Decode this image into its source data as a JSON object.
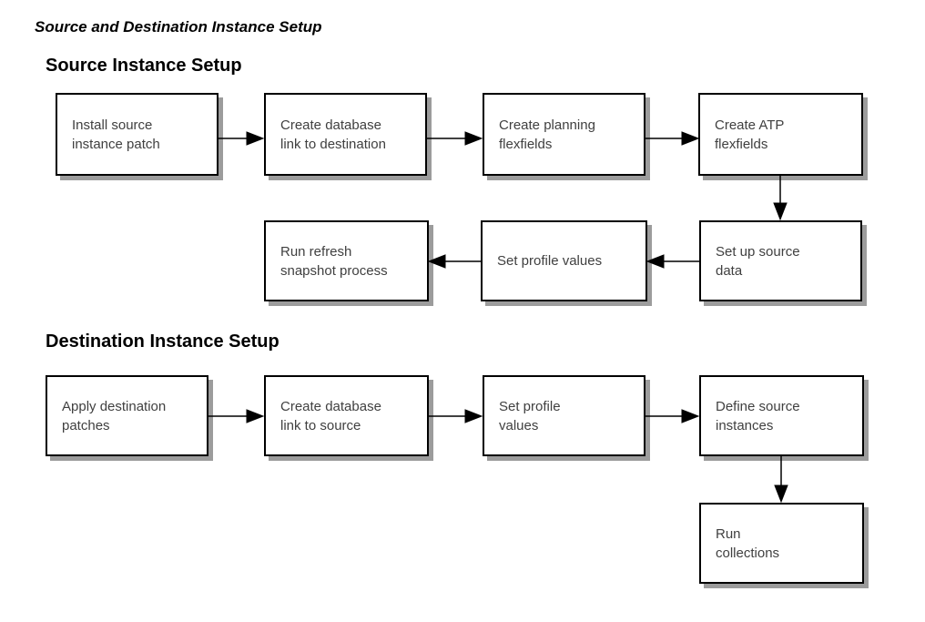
{
  "title": "Source and Destination Instance Setup",
  "sections": {
    "source": {
      "heading": "Source Instance Setup"
    },
    "destination": {
      "heading": "Destination Instance Setup"
    }
  },
  "boxes": {
    "install_source_patch": {
      "label": "Install source\ninstance patch"
    },
    "create_db_link_destination": {
      "label": "Create database\nlink to destination"
    },
    "create_planning_flexfields": {
      "label": "Create planning\nflexfields"
    },
    "create_atp_flexfields": {
      "label": "Create ATP\nflexfields"
    },
    "run_refresh_snapshot": {
      "label": "Run refresh\nsnapshot process"
    },
    "set_profile_values_source": {
      "label": "Set profile values"
    },
    "set_up_source_data": {
      "label": "Set up source\ndata"
    },
    "apply_destination_patches": {
      "label": "Apply destination\npatches"
    },
    "create_db_link_source": {
      "label": "Create database\nlink to source"
    },
    "set_profile_values_destination": {
      "label": "Set profile\nvalues"
    },
    "define_source_instances": {
      "label": "Define source\ninstances"
    },
    "run_collections": {
      "label": "Run\ncollections"
    }
  },
  "connections": [
    {
      "from": "install_source_patch",
      "to": "create_db_link_destination"
    },
    {
      "from": "create_db_link_destination",
      "to": "create_planning_flexfields"
    },
    {
      "from": "create_planning_flexfields",
      "to": "create_atp_flexfields"
    },
    {
      "from": "create_atp_flexfields",
      "to": "set_up_source_data"
    },
    {
      "from": "set_up_source_data",
      "to": "set_profile_values_source"
    },
    {
      "from": "set_profile_values_source",
      "to": "run_refresh_snapshot"
    },
    {
      "from": "apply_destination_patches",
      "to": "create_db_link_source"
    },
    {
      "from": "create_db_link_source",
      "to": "set_profile_values_destination"
    },
    {
      "from": "set_profile_values_destination",
      "to": "define_source_instances"
    },
    {
      "from": "define_source_instances",
      "to": "run_collections"
    }
  ],
  "colors": {
    "background": "#ffffff",
    "box_fill": "#ffffff",
    "box_border": "#000000",
    "box_shadow": "#9c9c9c",
    "box_text": "#404040",
    "heading_text": "#000000",
    "arrow": "#000000"
  }
}
